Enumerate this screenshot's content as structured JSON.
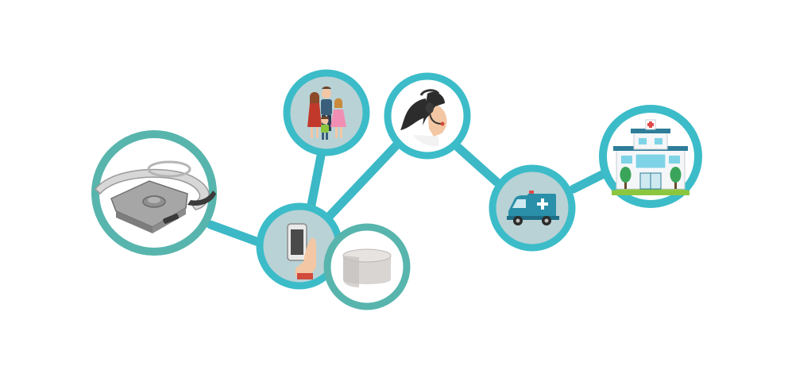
{
  "colors": {
    "connector": "#3cb8c6",
    "ring": "#3cbcc8",
    "ring_muted": "#58b5ad",
    "node_fill": "#ffffff",
    "node_fill_tinted": "#b9d2d6",
    "ambulance_body": "#2a8fa8",
    "hospital_wall": "#f4f6f8",
    "hospital_glass": "#7fd3e6",
    "hospital_roof": "#2e7d99",
    "cross_red": "#e04a4a",
    "grass": "#8cc63f",
    "tree": "#3aa55a",
    "skin": "#f3c7a3",
    "hair_dark": "#2c2c2c",
    "device_gray": "#8f8f8f",
    "speaker_gray": "#d8d5d3"
  },
  "nodes": [
    {
      "id": "wearable-sensor",
      "icon": "wearable-fall-detector-icon"
    },
    {
      "id": "smartphone",
      "icon": "smartphone-in-hand-icon"
    },
    {
      "id": "smart-speaker",
      "icon": "smart-speaker-icon"
    },
    {
      "id": "family",
      "icon": "family-icon"
    },
    {
      "id": "call-center-operator",
      "icon": "headset-operator-icon"
    },
    {
      "id": "ambulance",
      "icon": "ambulance-icon"
    },
    {
      "id": "hospital",
      "icon": "hospital-icon"
    }
  ]
}
